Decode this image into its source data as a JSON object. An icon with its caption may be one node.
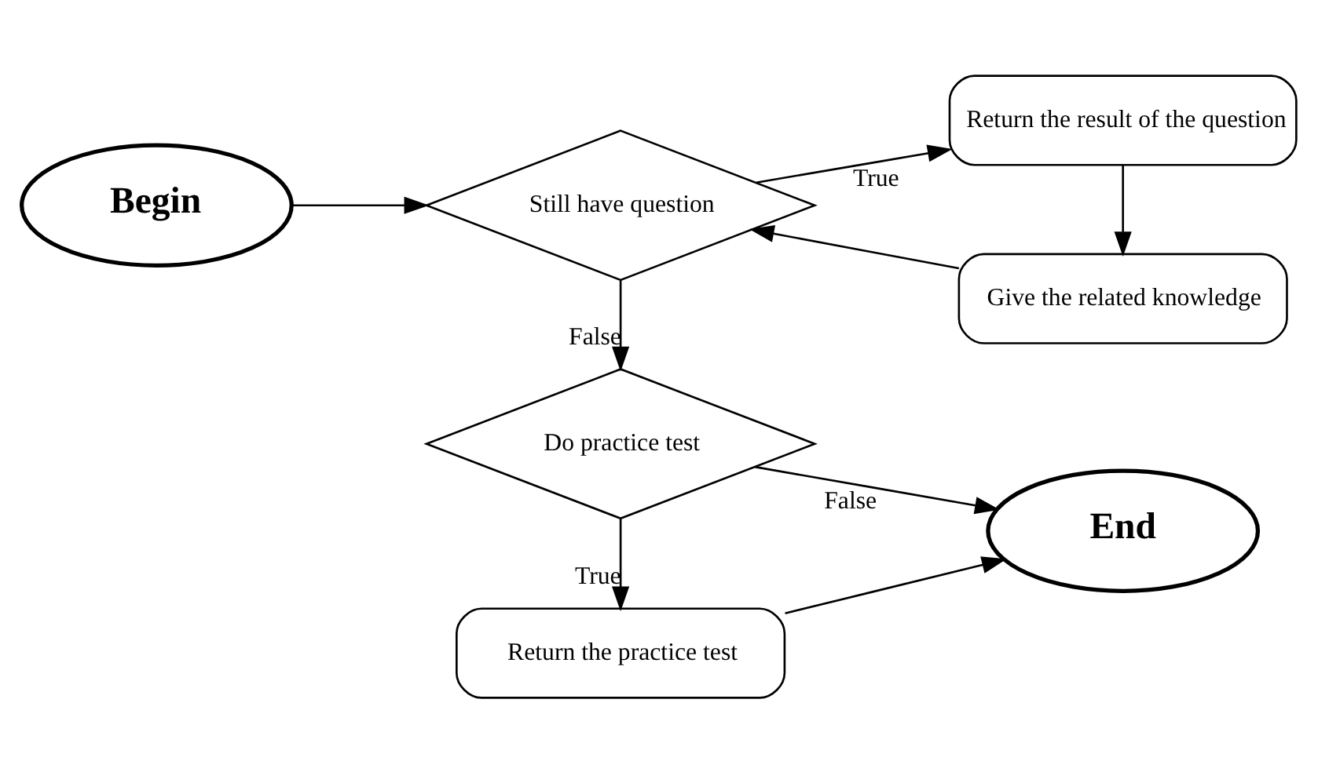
{
  "diagram": {
    "nodes": [
      {
        "text": [
          "Return the practice test"
        ]
      },
      {
        "text": [
          "Do practice test"
        ]
      },
      {
        "text": [
          "End"
        ]
      },
      {
        "text": [
          "Begin"
        ]
      },
      {
        "text": [
          "Still have question"
        ]
      },
      {
        "text": [
          "Return the result of the question"
        ]
      },
      {
        "text": [
          "Give the related knowledge"
        ]
      }
    ],
    "edges": [
      {
        "from": 3,
        "to": 4,
        "arrow": "to"
      },
      {
        "from": 4,
        "to": 1,
        "label": "False",
        "arrow": "to"
      },
      {
        "from": 1,
        "to": 0,
        "label": "True",
        "arrow": "to"
      },
      {
        "from": 1,
        "to": 2,
        "label": "False",
        "arrow": "to"
      },
      {
        "from": 0,
        "to": 2,
        "arrow": "to"
      },
      {
        "from": 4,
        "to": 5,
        "label": "True",
        "arrow": "to"
      },
      {
        "from": 5,
        "to": 6,
        "arrow": "to"
      },
      {
        "from": 6,
        "to": 4,
        "arrow": "to"
      }
    ]
  }
}
